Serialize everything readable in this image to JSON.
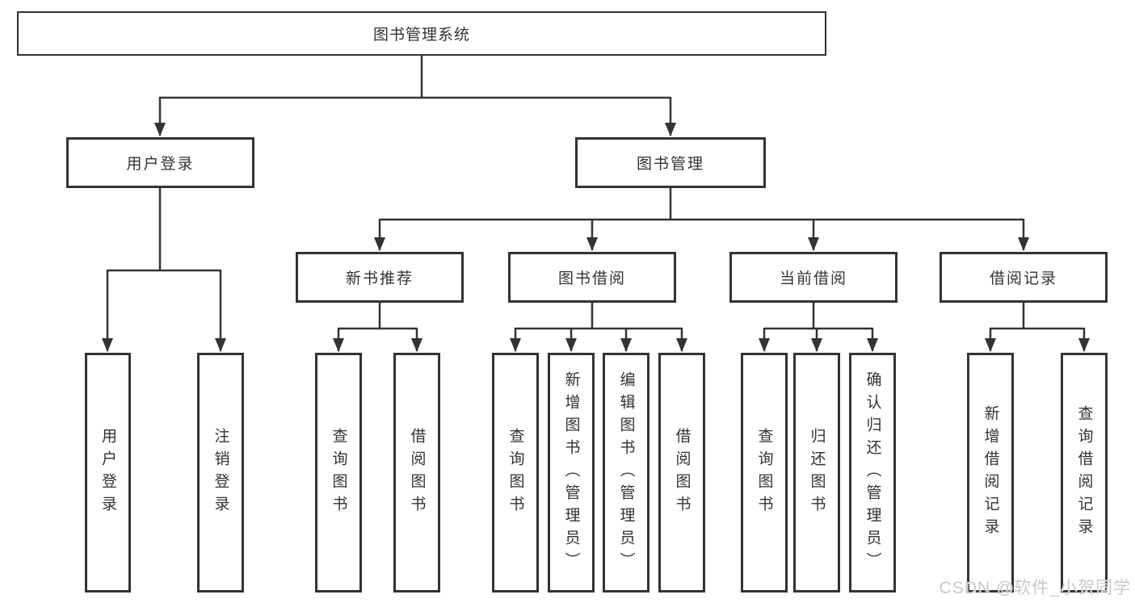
{
  "colors": {
    "line": "#333333",
    "box_border": "#333333",
    "box_background": "#ffffff",
    "text": "#333333",
    "watermark_text_color": "#c4c4c4"
  },
  "watermark": {
    "text": "CSDN @软件_小贺同学"
  },
  "tree": {
    "root": {
      "label": "图书管理系统"
    },
    "children": [
      {
        "label": "用户登录",
        "children": [
          {
            "label": "用户登录"
          },
          {
            "label": "注销登录"
          }
        ]
      },
      {
        "label": "图书管理",
        "children": [
          {
            "label": "新书推荐",
            "children": [
              {
                "label": "查询图书"
              },
              {
                "label": "借阅图书"
              }
            ]
          },
          {
            "label": "图书借阅",
            "children": [
              {
                "label": "查询图书"
              },
              {
                "label": "新增图书（管理员）"
              },
              {
                "label": "编辑图书（管理员）"
              },
              {
                "label": "借阅图书"
              }
            ]
          },
          {
            "label": "当前借阅",
            "children": [
              {
                "label": "查询图书"
              },
              {
                "label": "归还图书"
              },
              {
                "label": "确认归还（管理员）"
              }
            ]
          },
          {
            "label": "借阅记录",
            "children": [
              {
                "label": "新增借阅记录"
              },
              {
                "label": "查询借阅记录"
              }
            ]
          }
        ]
      }
    ]
  }
}
